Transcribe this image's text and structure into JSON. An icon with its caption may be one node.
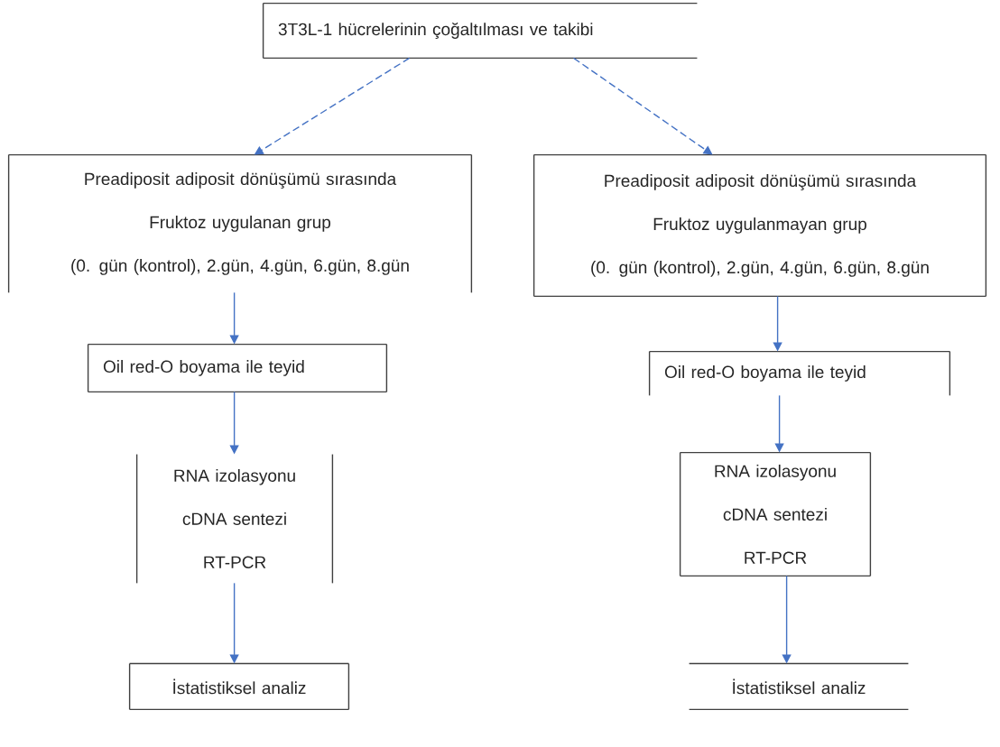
{
  "diagram": {
    "nodes": [
      {
        "text": [
          "3T3L-1 hücrelerinin çoğaltılması ve takibi"
        ]
      },
      {
        "text": [
          "Preadiposit adiposit dönüşümü sırasında",
          "Fruktoz uygulanan grup",
          "(0. gün (kontrol), 2.gün, 4.gün, 6.gün, 8.gün"
        ]
      },
      {
        "text": [
          "Preadiposit adiposit dönüşümü sırasında",
          "Fruktoz uygulanmayan grup",
          "(0. gün (kontrol), 2.gün, 4.gün, 6.gün, 8.gün"
        ]
      },
      {
        "text": [
          "Oil red-O boyama ile teyid"
        ]
      },
      {
        "text": [
          "Oil red-O boyama ile teyid"
        ]
      },
      {
        "text": [
          "RNA izolasyonu",
          "cDNA sentezi",
          "RT-PCR"
        ]
      },
      {
        "text": [
          "RNA izolasyonu",
          "cDNA sentezi",
          "RT-PCR"
        ]
      },
      {
        "text": [
          "İstatistiksel analiz"
        ]
      },
      {
        "text": [
          "İstatistiksel analiz"
        ]
      }
    ],
    "edges": [
      {
        "from": 0,
        "to": 1,
        "arrow": "to",
        "style": "dashed"
      },
      {
        "from": 0,
        "to": 2,
        "arrow": "to",
        "style": "dashed"
      },
      {
        "from": 1,
        "to": 3,
        "arrow": "to"
      },
      {
        "from": 2,
        "to": 4,
        "arrow": "to"
      },
      {
        "from": 3,
        "to": 5,
        "arrow": "to"
      },
      {
        "from": 4,
        "to": 6,
        "arrow": "to"
      },
      {
        "from": 5,
        "to": 7,
        "arrow": "to"
      },
      {
        "from": 6,
        "to": 8,
        "arrow": "to"
      }
    ]
  }
}
